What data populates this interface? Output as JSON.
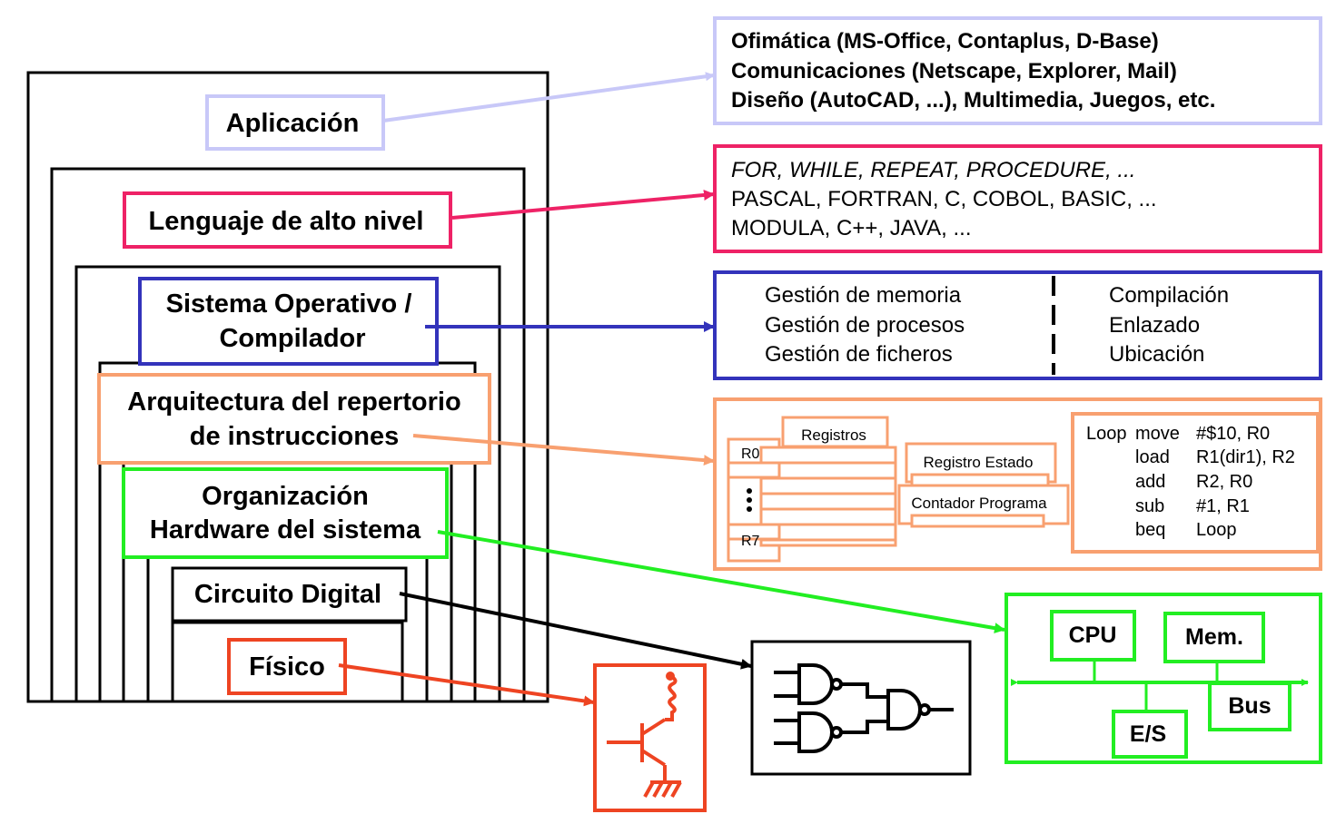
{
  "layers": {
    "aplicacion": "Aplicación",
    "lenguaje": "Lenguaje de alto nivel",
    "sistema_operativo": [
      "Sistema Operativo /",
      "Compilador"
    ],
    "arquitectura": [
      "Arquitectura del repertorio",
      "de instrucciones"
    ],
    "organizacion": [
      "Organización",
      "Hardware del sistema"
    ],
    "circuito": "Circuito Digital",
    "fisico": "Físico"
  },
  "application_box": {
    "lines": [
      "Ofimática (MS-Office, Contaplus, D-Base)",
      "Comunicaciones (Netscape, Explorer, Mail)",
      "Diseño (AutoCAD, ...), Multimedia, Juegos, etc."
    ]
  },
  "language_box": {
    "lines": [
      "FOR, WHILE, REPEAT, PROCEDURE, ...",
      "PASCAL, FORTRAN, C, COBOL, BASIC, ...",
      "MODULA, C++, JAVA, ..."
    ]
  },
  "os_box": {
    "left": [
      "Gestión de memoria",
      "Gestión de procesos",
      "Gestión de ficheros"
    ],
    "right": [
      "Compilación",
      "Enlazado",
      "Ubicación"
    ]
  },
  "isa_box": {
    "registros": "Registros",
    "r0": "R0",
    "r7": "R7",
    "registro_estado": "Registro Estado",
    "contador_programa": "Contador Programa",
    "code": [
      {
        "label": "Loop",
        "op": "move",
        "args": "#$10, R0"
      },
      {
        "label": "",
        "op": "load",
        "args": "R1(dir1), R2"
      },
      {
        "label": "",
        "op": "add",
        "args": "R2, R0"
      },
      {
        "label": "",
        "op": "sub",
        "args": "#1, R1"
      },
      {
        "label": "",
        "op": "beq",
        "args": "Loop"
      }
    ]
  },
  "hw_box": {
    "cpu": "CPU",
    "mem": "Mem.",
    "bus": "Bus",
    "es": "E/S"
  },
  "colors": {
    "aplicacion": "#c8c8f8",
    "lenguaje": "#ee2266",
    "sistema_operativo": "#3333bb",
    "arquitectura": "#f8a070",
    "organizacion": "#22ee22",
    "circuito": "#000000",
    "fisico": "#ee4422"
  }
}
